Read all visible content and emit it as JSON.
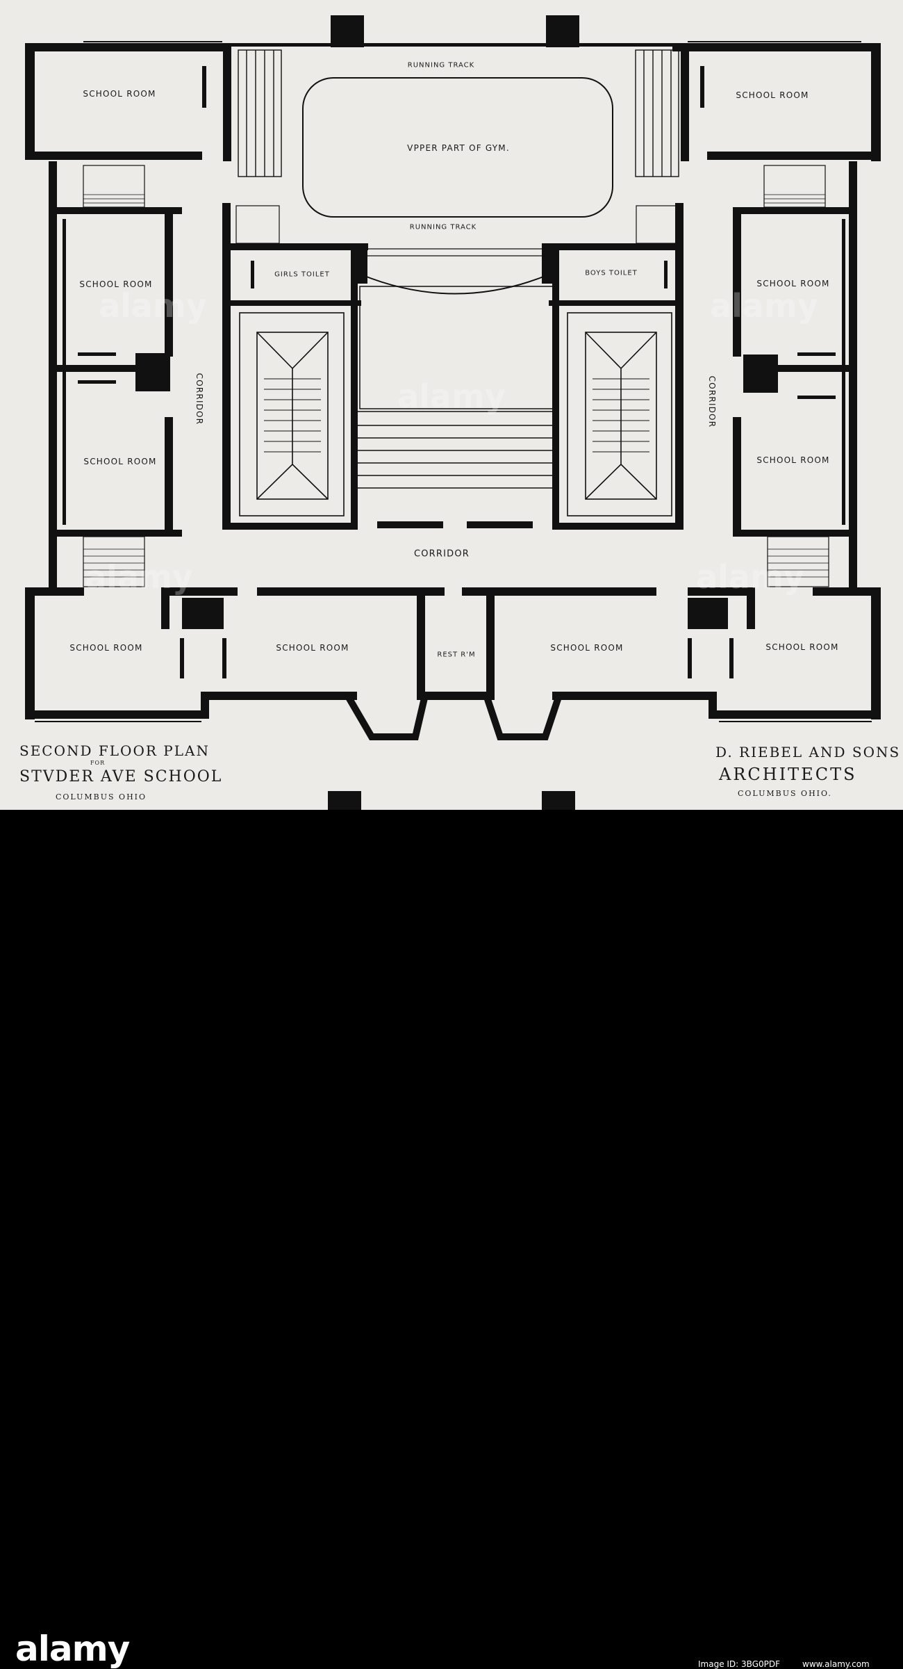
{
  "drawing": {
    "labels": {
      "school_room_nw": "SCHOOL ROOM",
      "school_room_ne": "SCHOOL ROOM",
      "running_track_top": "RUNNING TRACK",
      "upper_part_of_gym": "VPPER PART OF GYM.",
      "running_track_bottom": "RUNNING TRACK",
      "girls_toilet": "GIRLS TOILET",
      "boys_toilet": "BOYS TOILET",
      "school_room_w1": "SCHOOL ROOM",
      "school_room_w2": "SCHOOL ROOM",
      "school_room_e1": "SCHOOL ROOM",
      "school_room_e2": "SCHOOL ROOM",
      "corridor_west": "CORRIDOR",
      "corridor_east": "CORRIDOR",
      "corridor_main": "CORRIDOR",
      "school_room_sw": "SCHOOL ROOM",
      "school_room_s2": "SCHOOL ROOM",
      "rest_room": "REST R'M",
      "school_room_s3": "SCHOOL ROOM",
      "school_room_se": "SCHOOL ROOM"
    },
    "title_block": {
      "line1": "SECOND FLOOR PLAN",
      "line2": "FOR",
      "line3": "STVDER AVE SCHOOL",
      "line4": "COLUMBUS OHIO"
    },
    "architect_block": {
      "line1": "D. RIEBEL AND SONS",
      "line2": "ARCHITECTS",
      "line3": "COLUMBUS OHIO."
    },
    "watermark_text": "alamy"
  },
  "footer": {
    "logo_text": "alamy",
    "image_id": "Image ID: 3BG0PDF",
    "website": "www.alamy.com"
  }
}
